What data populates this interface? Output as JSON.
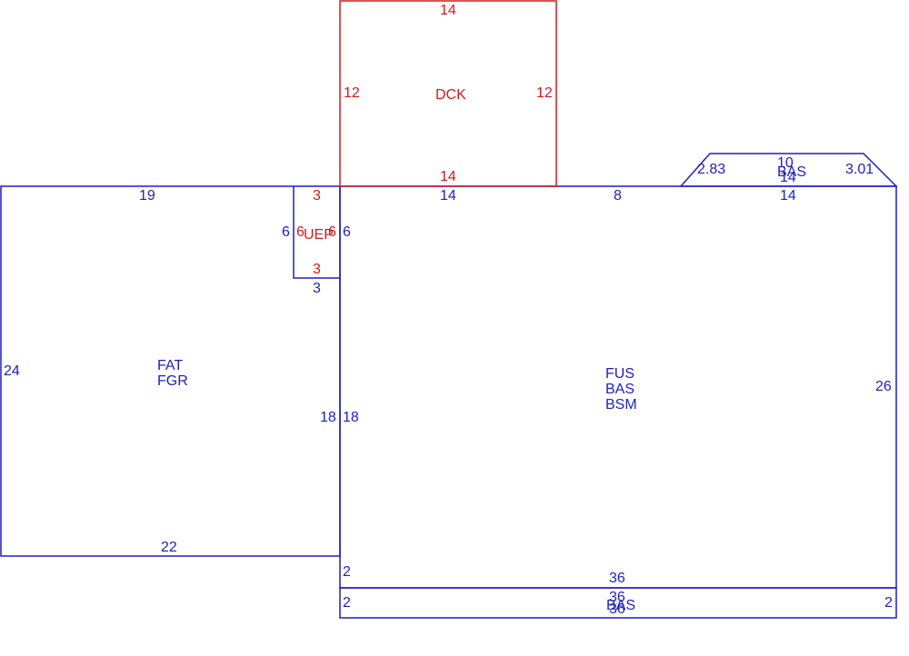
{
  "colors": {
    "blue": "#1f1fbf",
    "red": "#d11a1a"
  },
  "garage": {
    "codes": [
      "FAT",
      "FGR"
    ],
    "top": "19",
    "left": "24",
    "bottom": "22",
    "right": "18"
  },
  "porch": {
    "code": "UEP",
    "top": "3",
    "bottom": "3",
    "left": "6",
    "right": "6",
    "outer_left": "6",
    "outer_right": "6",
    "outer_bottom": "3"
  },
  "deck": {
    "code": "DCK",
    "top": "14",
    "left": "12",
    "right": "12",
    "bottom": "14"
  },
  "main": {
    "codes": [
      "FUS",
      "BAS",
      "BSM"
    ],
    "top_a": "14",
    "top_b": "8",
    "top_c": "14",
    "left": "18",
    "right": "26",
    "bottom": "36",
    "left_lower": "2"
  },
  "bay": {
    "code": "BAS",
    "top": "10",
    "left_diag": "2.83",
    "right_diag": "3.01",
    "base": "14"
  },
  "strip": {
    "code": "BAS",
    "top": "36",
    "bottom": "36",
    "left": "2",
    "right": "2"
  }
}
